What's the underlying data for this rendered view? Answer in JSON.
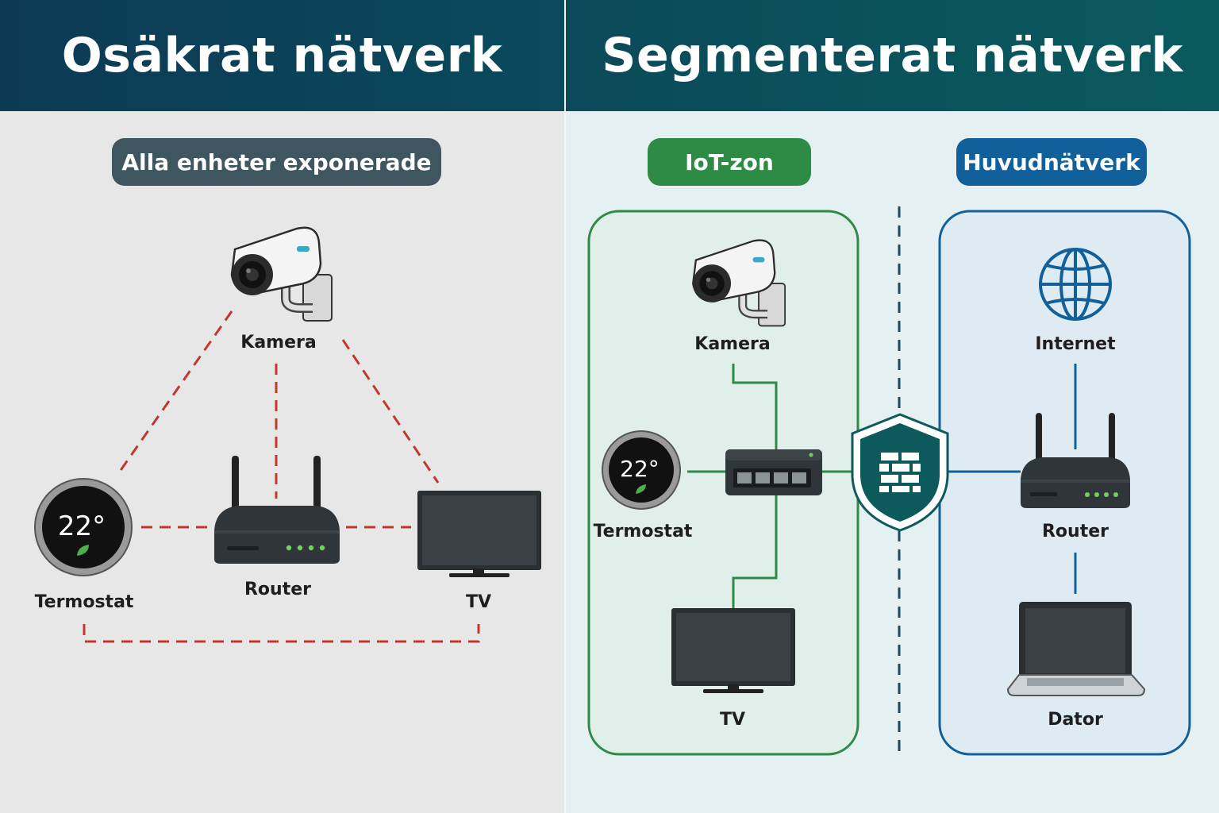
{
  "left": {
    "title": "Osäkrat nätverk",
    "badge": "Alla enheter exponerade",
    "devices": {
      "camera": "Kamera",
      "thermostat": "Termostat",
      "router": "Router",
      "tv": "TV"
    },
    "thermostat_reading": "22°"
  },
  "right": {
    "title": "Segmenterat nätverk",
    "iot_zone": {
      "badge": "IoT-zon",
      "camera": "Kamera",
      "thermostat": "Termostat",
      "tv": "TV"
    },
    "main_network": {
      "badge": "Huvudnätverk",
      "internet": "Internet",
      "router": "Router",
      "computer": "Dator"
    },
    "thermostat_reading": "22°"
  },
  "colors": {
    "insecure_link": "#c0392b",
    "iot_green": "#2e8b45",
    "main_blue": "#11609c",
    "firewall": "#0c5a5c"
  }
}
